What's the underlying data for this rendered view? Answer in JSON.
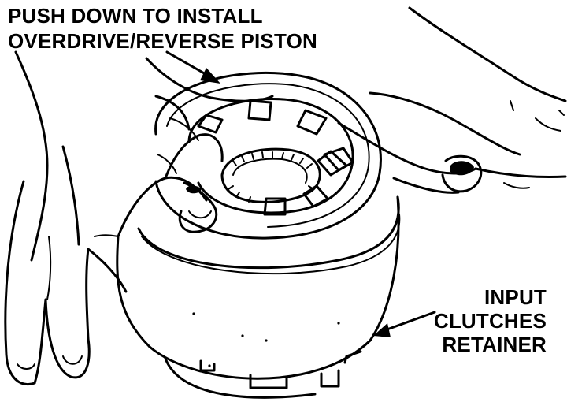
{
  "callouts": {
    "top": {
      "line1": "PUSH DOWN TO INSTALL",
      "line2": "OVERDRIVE/REVERSE PISTON"
    },
    "right": {
      "line1": "INPUT",
      "line2": "CLUTCHES",
      "line3": "RETAINER"
    }
  },
  "colors": {
    "ink": "#000000",
    "paper": "#ffffff"
  }
}
